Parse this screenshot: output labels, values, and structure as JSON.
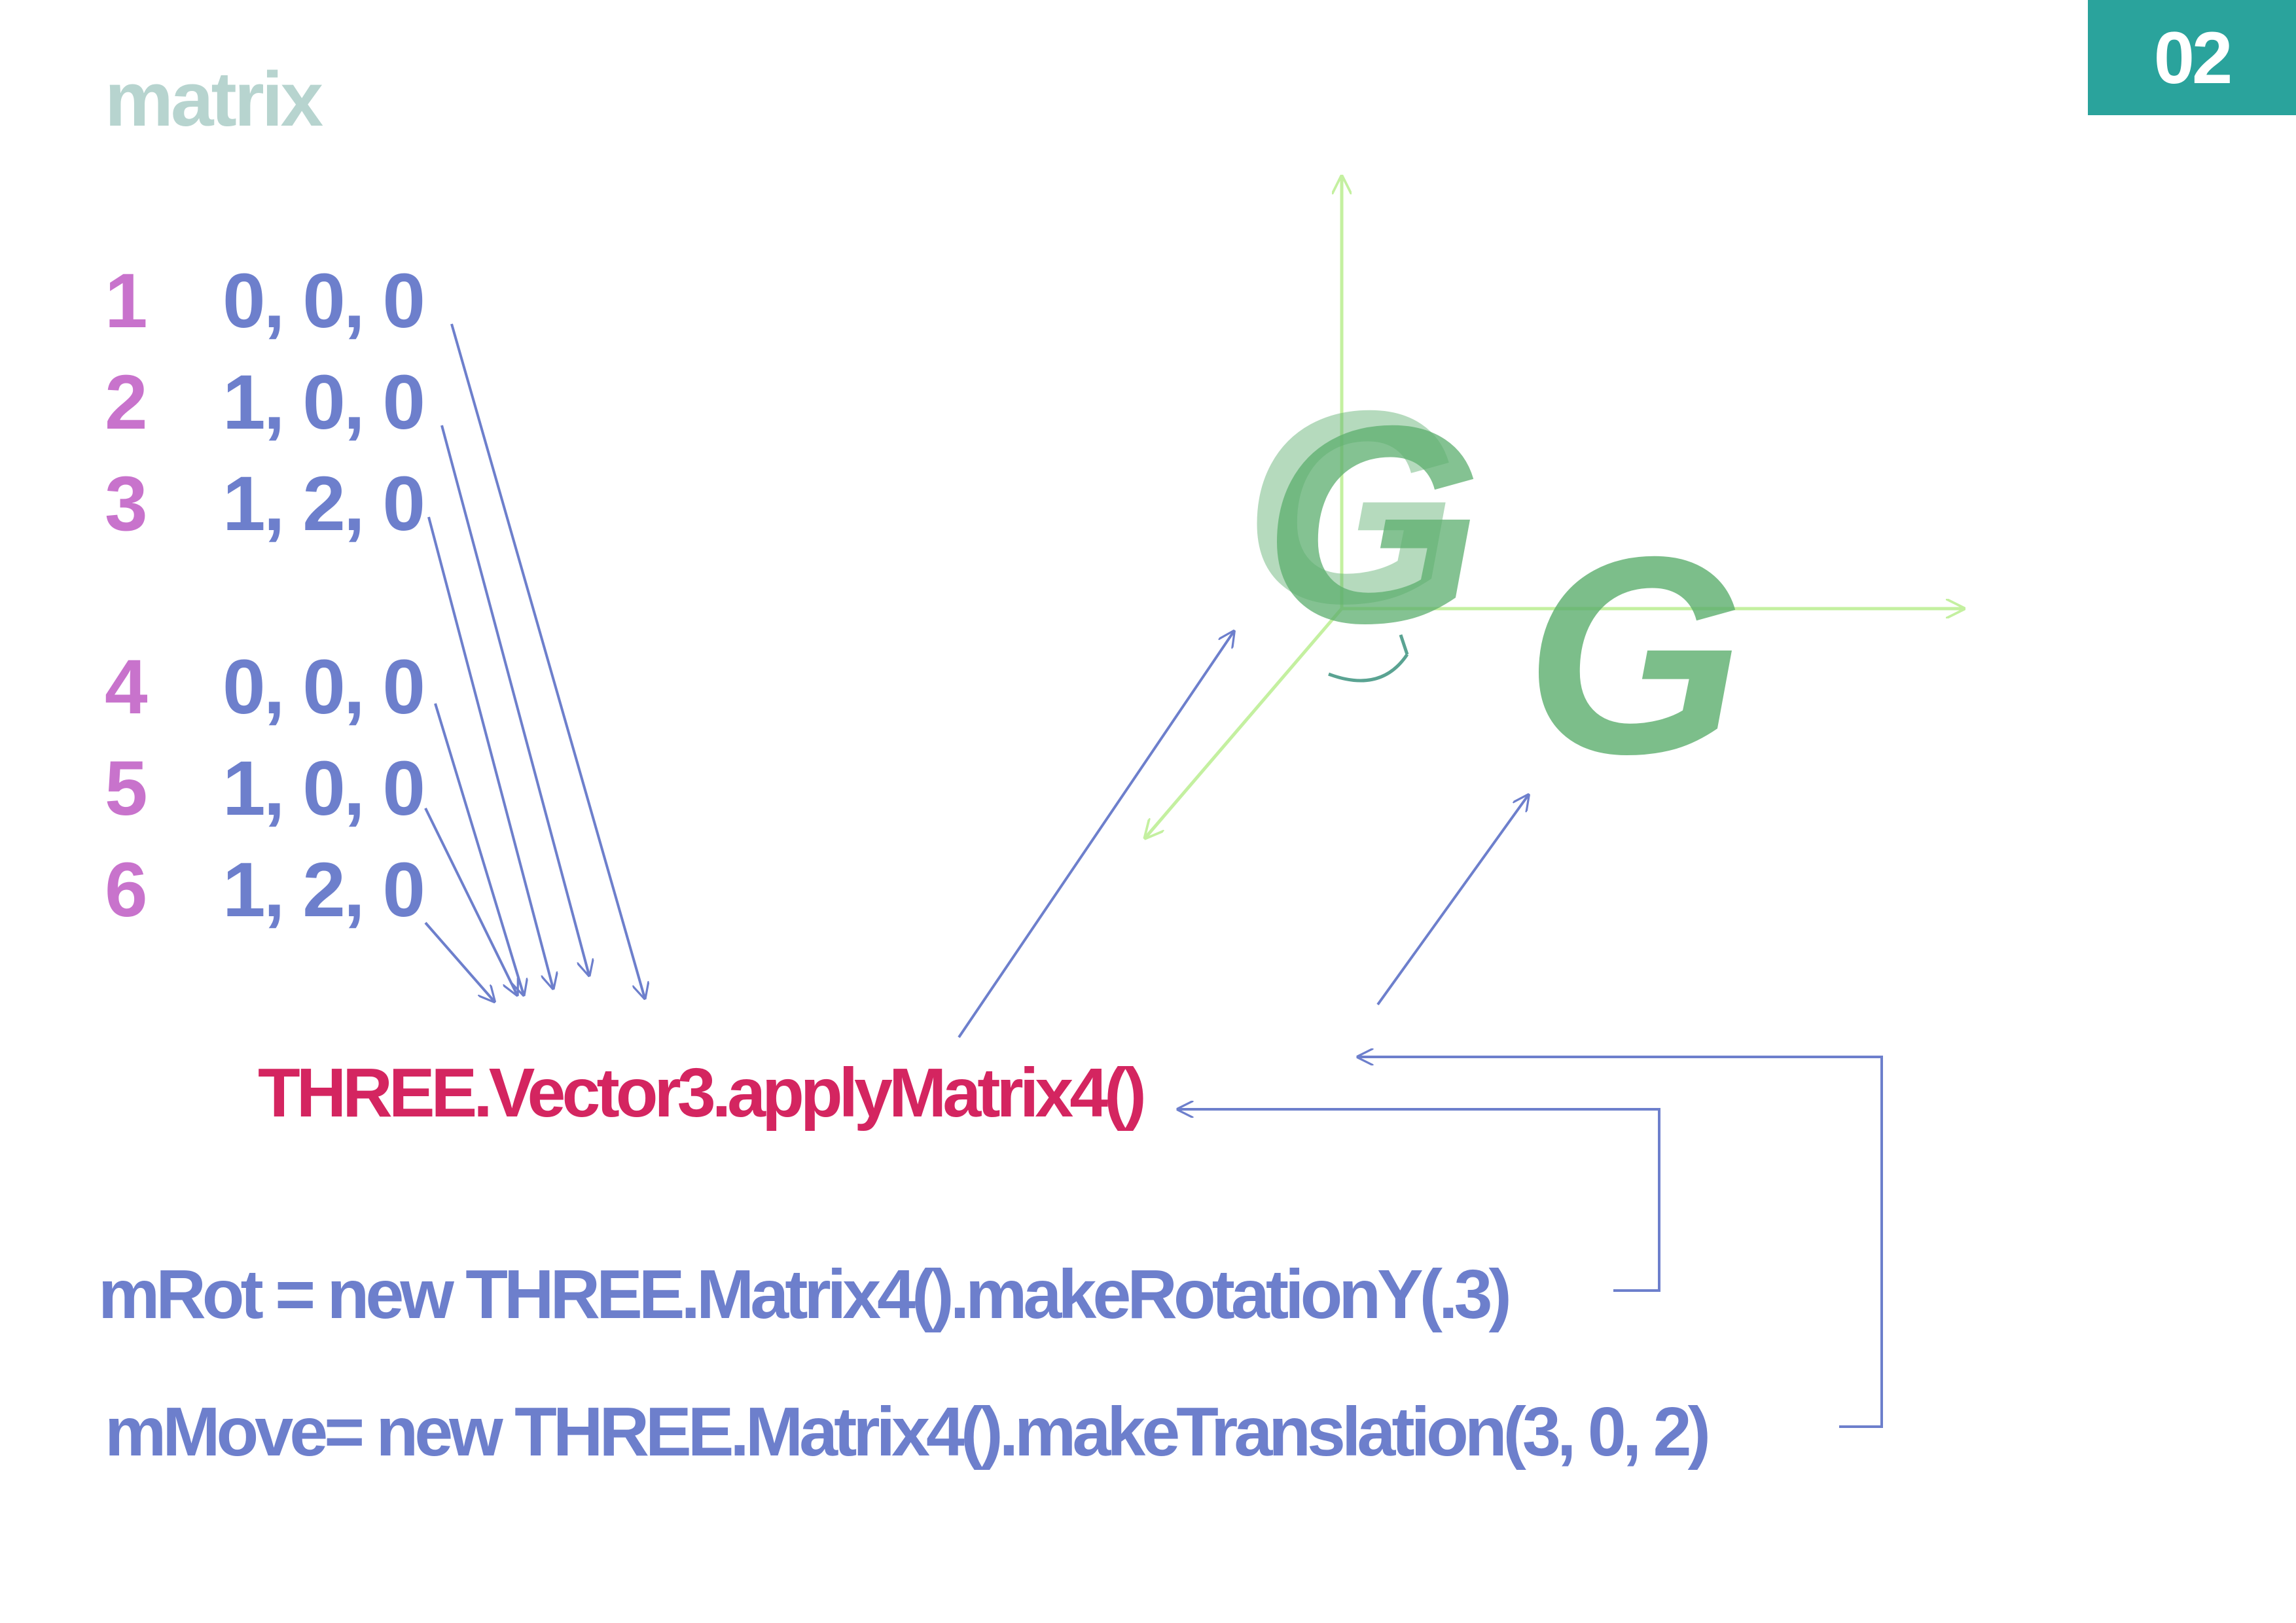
{
  "page_number": "02",
  "title": "matrix",
  "vectors": [
    {
      "index": "1",
      "value": "0, 0, 0"
    },
    {
      "index": "2",
      "value": "1, 0, 0"
    },
    {
      "index": "3",
      "value": "1, 2, 0"
    },
    {
      "index": "4",
      "value": "0, 0, 0"
    },
    {
      "index": "5",
      "value": "1, 0, 0"
    },
    {
      "index": "6",
      "value": "1, 2, 0"
    }
  ],
  "method_call": "THREE.Vector3.applyMatrix4()",
  "rotation_line": "mRot = new THREE.Matrix4().makeRotationY(.3)",
  "translation_line": "mMove= new THREE.Matrix4().makeTranslation(3, 0, 2)",
  "object_letter": "G",
  "colors": {
    "badge": "#2aa39c",
    "title": "#b7d4cf",
    "index": "#c873cc",
    "value": "#6d7fcc",
    "method": "#d42560",
    "axis": "#c4f0a0",
    "object": "#5cae6e",
    "arrow": "#6d7fcc"
  }
}
